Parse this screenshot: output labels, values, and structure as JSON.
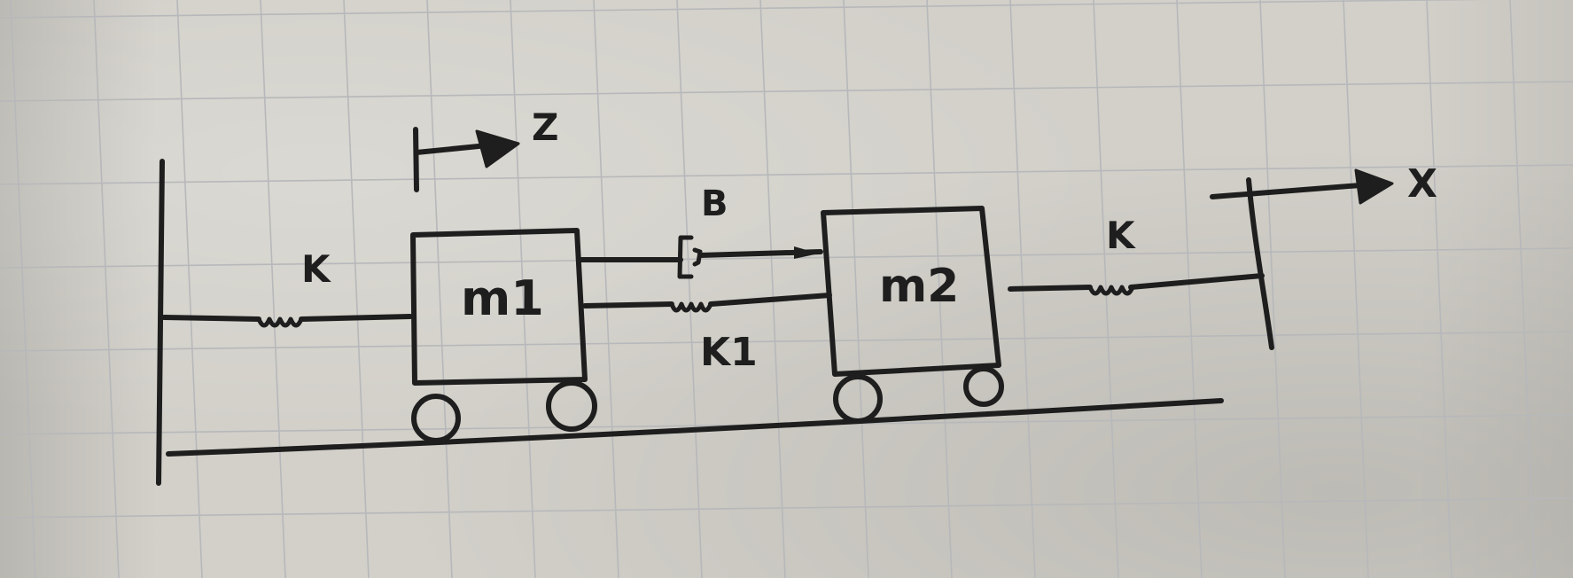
{
  "labels": {
    "k_left": "K",
    "mass1": "m1",
    "z": "Z",
    "b": "B",
    "k1": "K1",
    "mass2": "m2",
    "k_right": "K",
    "x": "X"
  },
  "colors": {
    "ink": "#1e1e1e",
    "paper": "#d2d0c9",
    "grid": "#b7b8bb"
  }
}
